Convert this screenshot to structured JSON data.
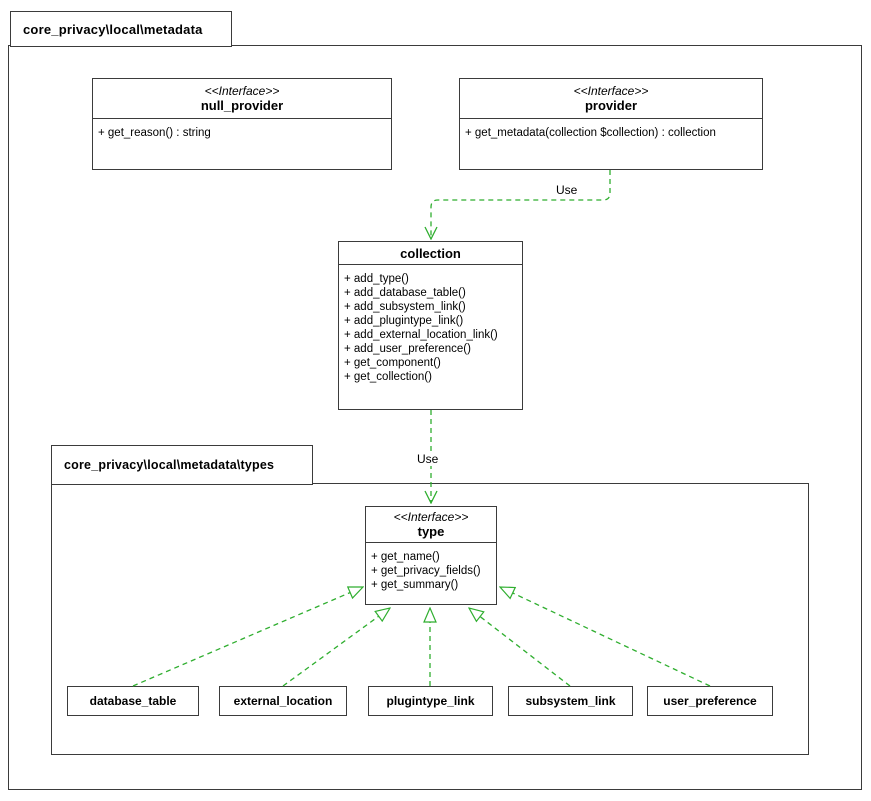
{
  "packages": {
    "outer": {
      "label": "core_privacy\\local\\metadata"
    },
    "types": {
      "label": "core_privacy\\local\\metadata\\types"
    }
  },
  "classes": {
    "null_provider": {
      "stereotype": "<<Interface>>",
      "name": "null_provider",
      "methods": [
        "+ get_reason() : string"
      ]
    },
    "provider": {
      "stereotype": "<<Interface>>",
      "name": "provider",
      "methods": [
        "+ get_metadata(collection $collection) : collection"
      ]
    },
    "collection": {
      "name": "collection",
      "methods": [
        "+ add_type()",
        "+ add_database_table()",
        "+ add_subsystem_link()",
        "+ add_plugintype_link()",
        "+ add_external_location_link()",
        "+ add_user_preference()",
        "+ get_component()",
        "+ get_collection()"
      ]
    },
    "type": {
      "stereotype": "<<Interface>>",
      "name": "type",
      "methods": [
        "+ get_name()",
        "+ get_privacy_fields()",
        "+ get_summary()"
      ]
    }
  },
  "type_implementations": [
    "database_table",
    "external_location",
    "plugintype_link",
    "subsystem_link",
    "user_preference"
  ],
  "edges": [
    {
      "from": "provider",
      "to": "collection",
      "kind": "dependency",
      "label": "Use"
    },
    {
      "from": "collection",
      "to": "type",
      "kind": "dependency",
      "label": "Use"
    },
    {
      "from": "database_table",
      "to": "type",
      "kind": "realization"
    },
    {
      "from": "external_location",
      "to": "type",
      "kind": "realization"
    },
    {
      "from": "plugintype_link",
      "to": "type",
      "kind": "realization"
    },
    {
      "from": "subsystem_link",
      "to": "type",
      "kind": "realization"
    },
    {
      "from": "user_preference",
      "to": "type",
      "kind": "realization"
    }
  ],
  "colors": {
    "arrow": "#2fae2f",
    "border": "#3b3b3b",
    "background": "#ffffff",
    "text": "#000000"
  }
}
